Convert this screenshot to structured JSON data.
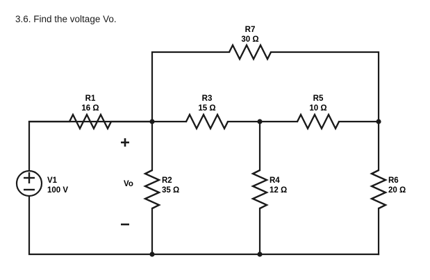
{
  "problem": {
    "title": "3.6. Find the voltage Vo."
  },
  "circuit": {
    "source": {
      "ref": "V1",
      "value": "100 V",
      "plus_symbol": "+",
      "minus_symbol": "–"
    },
    "output_label": {
      "name": "Vo",
      "plus_symbol": "+",
      "minus_symbol": "–"
    },
    "resistors": [
      {
        "ref": "R1",
        "value": "16 Ω",
        "orientation": "horizontal"
      },
      {
        "ref": "R2",
        "value": "35 Ω",
        "orientation": "vertical"
      },
      {
        "ref": "R3",
        "value": "15 Ω",
        "orientation": "horizontal"
      },
      {
        "ref": "R4",
        "value": "12 Ω",
        "orientation": "vertical"
      },
      {
        "ref": "R5",
        "value": "10 Ω",
        "orientation": "horizontal"
      },
      {
        "ref": "R6",
        "value": "20 Ω",
        "orientation": "vertical"
      },
      {
        "ref": "R7",
        "value": "30 Ω",
        "orientation": "horizontal"
      }
    ],
    "colors": {
      "wire": "#1a1a1a",
      "text": "#000000",
      "background": "#ffffff"
    }
  }
}
